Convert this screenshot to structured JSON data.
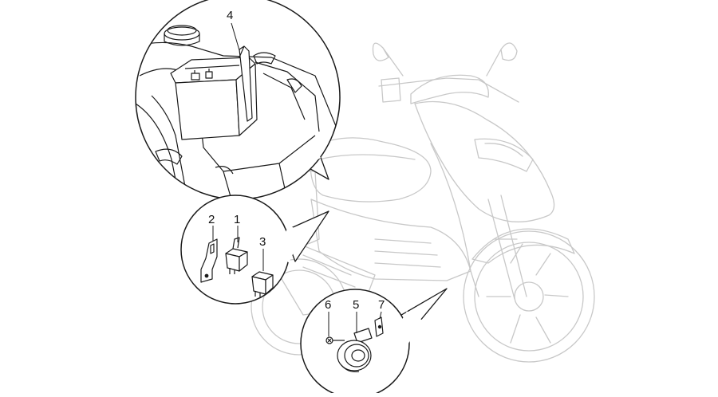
{
  "diagram": {
    "callouts": [
      {
        "id": "battery",
        "label": "4"
      },
      {
        "id": "bracket",
        "label": "2"
      },
      {
        "id": "relay_a",
        "label": "1"
      },
      {
        "id": "relay_b",
        "label": "3"
      },
      {
        "id": "screw",
        "label": "6"
      },
      {
        "id": "horn",
        "label": "5"
      },
      {
        "id": "horn_bracket",
        "label": "7"
      }
    ]
  }
}
